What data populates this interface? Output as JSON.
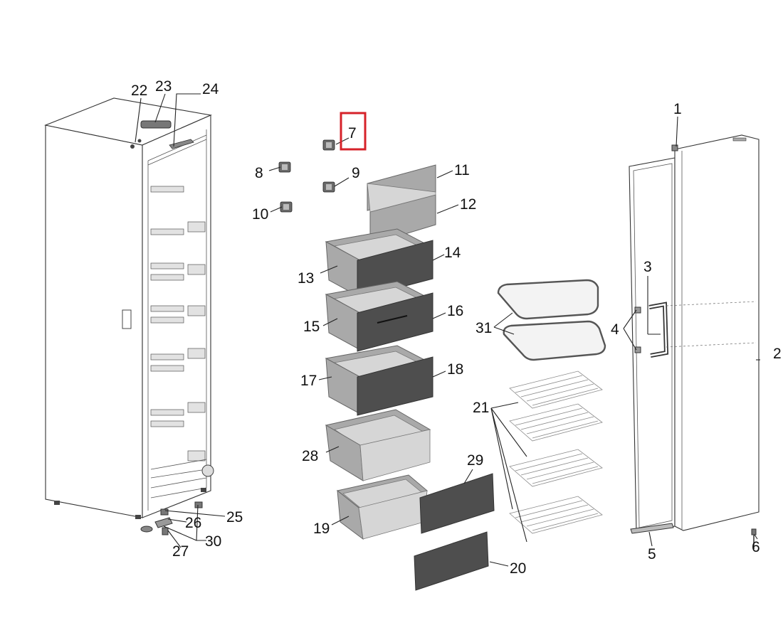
{
  "diagram": {
    "part_labels": {
      "p1": "1",
      "p2": "2",
      "p3": "3",
      "p4": "4",
      "p5": "5",
      "p6": "6",
      "p7": "7",
      "p8": "8",
      "p9": "9",
      "p10": "10",
      "p11": "11",
      "p12": "12",
      "p13": "13",
      "p14": "14",
      "p15": "15",
      "p16": "16",
      "p17": "17",
      "p18": "18",
      "p19": "19",
      "p20": "20",
      "p21": "21",
      "p22": "22",
      "p23": "23",
      "p24": "24",
      "p25": "25",
      "p26": "26",
      "p27": "27",
      "p28": "28",
      "p29": "29",
      "p30": "30",
      "p31": "31"
    },
    "highlighted_part": "7",
    "colors": {
      "highlight": "#d62229",
      "drawer_body": "#a9a9a9",
      "drawer_front": "#4e4e4e",
      "line": "#333333"
    }
  }
}
